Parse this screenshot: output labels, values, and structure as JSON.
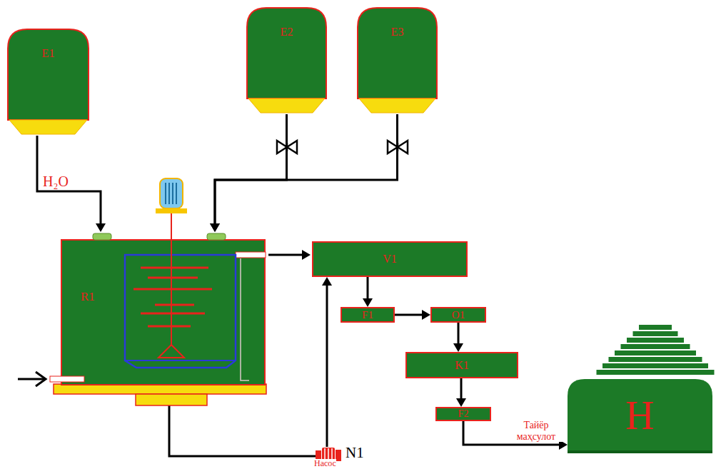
{
  "diagram": {
    "nodes": [
      {
        "text": [
          "E1"
        ]
      },
      {
        "text": [
          "E2"
        ]
      },
      {
        "text": [
          "E3"
        ]
      },
      {
        "text": [
          "R1"
        ]
      },
      {
        "text": [
          "V1"
        ]
      },
      {
        "text": [
          "F1"
        ]
      },
      {
        "text": [
          "O1"
        ]
      },
      {
        "text": [
          "K1"
        ]
      },
      {
        "text": [
          "F2"
        ]
      },
      {
        "text": [
          "N1",
          "Насос"
        ]
      },
      {
        "text": [
          "H"
        ]
      }
    ],
    "edges": [
      {
        "from": 0,
        "to": 3,
        "arrow": "to",
        "label": "H₂O"
      },
      {
        "from": 1,
        "to": 3,
        "arrow": "to"
      },
      {
        "from": 2,
        "to": 3,
        "arrow": "to"
      },
      {
        "from": 3,
        "to": 4,
        "arrow": "to"
      },
      {
        "from": 3,
        "to": 9,
        "arrow": "none"
      },
      {
        "from": 9,
        "to": 4,
        "arrow": "to"
      },
      {
        "from": 4,
        "to": 5,
        "arrow": "to"
      },
      {
        "from": 5,
        "to": 6,
        "arrow": "to"
      },
      {
        "from": 6,
        "to": 7,
        "arrow": "to"
      },
      {
        "from": 7,
        "to": 8,
        "arrow": "to"
      },
      {
        "from": 8,
        "to": 10,
        "arrow": "to",
        "label": "Тайёр маҳсулот"
      }
    ]
  }
}
